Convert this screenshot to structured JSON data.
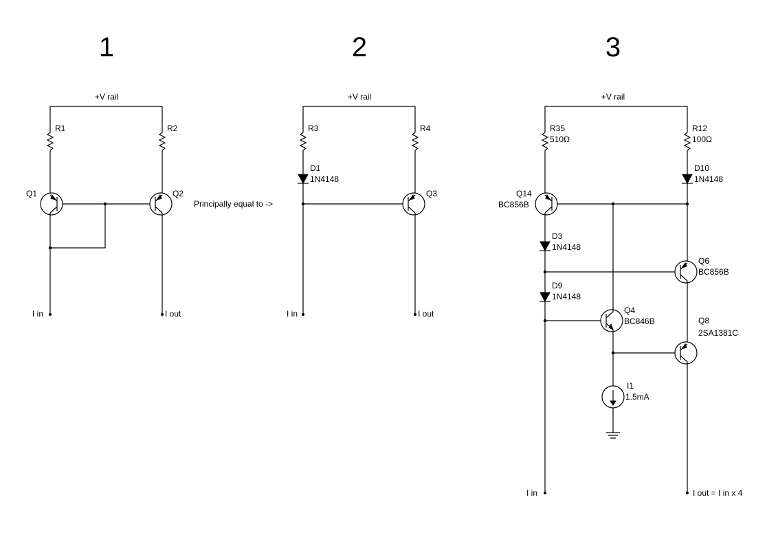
{
  "panels": [
    {
      "number": "1"
    },
    {
      "number": "2"
    },
    {
      "number": "3"
    }
  ],
  "rail_label": "+V rail",
  "note": "Principally equal to ->",
  "c1": {
    "r1": "R1",
    "r2": "R2",
    "q1": "Q1",
    "q2": "Q2",
    "in": "I in",
    "out": "I out"
  },
  "c2": {
    "r3": "R3",
    "r4": "R4",
    "d1": "D1",
    "d1_part": "1N4148",
    "q3": "Q3",
    "in": "I in",
    "out": "I out"
  },
  "c3": {
    "r35": "R35",
    "r35_val": "510Ω",
    "r12": "R12",
    "r12_val": "100Ω",
    "d10": "D10",
    "d10_part": "1N4148",
    "q14": "Q14",
    "q14_part": "BC856B",
    "d3": "D3",
    "d3_part": "1N4148",
    "q6": "Q6",
    "q6_part": "BC856B",
    "d9": "D9",
    "d9_part": "1N4148",
    "q4": "Q4",
    "q4_part": "BC846B",
    "q8": "Q8",
    "q8_part": "2SA1381C",
    "i1": "I1",
    "i1_val": "1.5mA",
    "in": "I in",
    "out": "I out = I in x 4"
  }
}
